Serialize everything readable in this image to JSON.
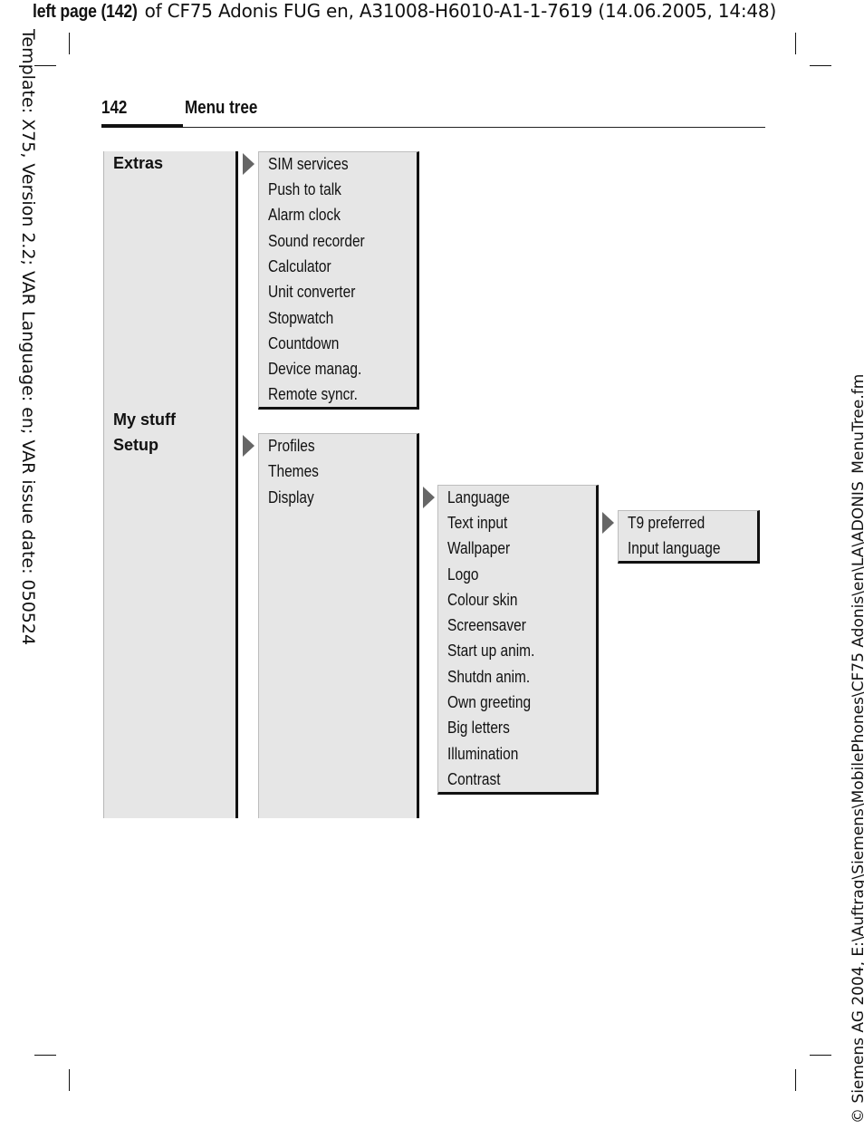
{
  "header": {
    "prefix_bold": "left page (142)",
    "rest": " of CF75 Adonis FUG en, A31008-H6010-A1-1-7619 (14.06.2005, 14:48)"
  },
  "side": {
    "left": "Template: X75, Version 2.2; VAR Language: en; VAR issue date: 050524",
    "right": "© Siemens AG 2004, E:\\Auftrag\\Siemens\\MobilePhones\\CF75 Adonis\\en\\LA\\ADONIS_MenuTree.fm"
  },
  "page": {
    "number": "142",
    "title": "Menu tree"
  },
  "main_menu": [
    "Extras",
    "My stuff",
    "Setup"
  ],
  "extras_menu": [
    "SIM services",
    "Push to talk",
    "Alarm clock",
    "Sound recorder",
    "Calculator",
    "Unit converter",
    "Stopwatch",
    "Countdown",
    "Device manag.",
    "Remote syncr."
  ],
  "setup_menu": [
    "Profiles",
    "Themes",
    "Display"
  ],
  "display_menu": [
    "Language",
    "Text input",
    "Wallpaper",
    "Logo",
    "Colour skin",
    "Screensaver",
    "Start up anim.",
    "Shutdn anim.",
    "Own greeting",
    "Big letters",
    "Illumination",
    "Contrast"
  ],
  "text_input_menu": [
    "T9 preferred",
    "Input language"
  ],
  "icons": {
    "submenu_arrow": "triangle-right-icon"
  }
}
